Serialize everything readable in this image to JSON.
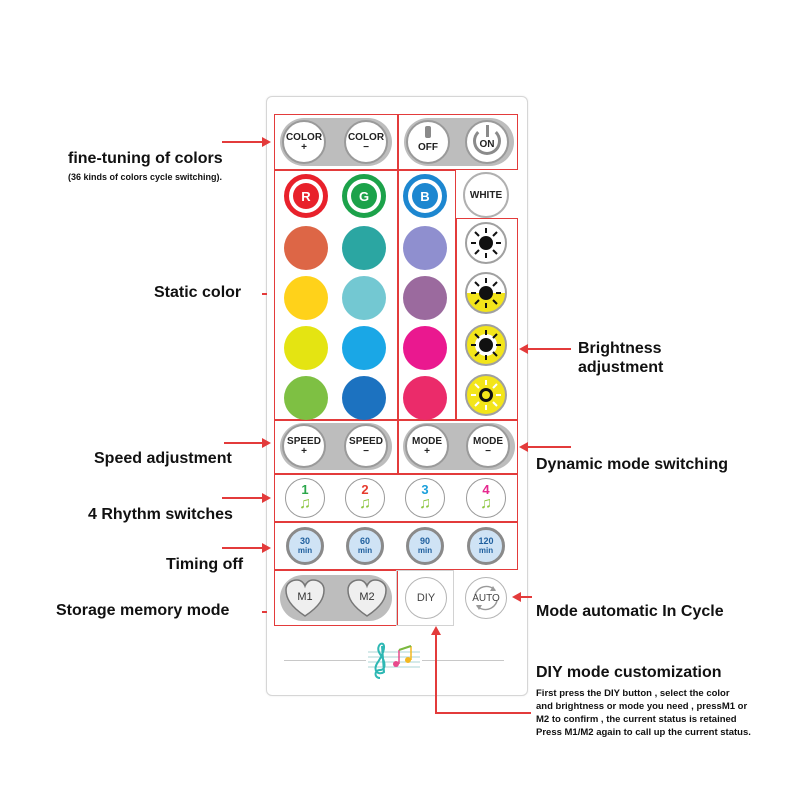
{
  "labels": {
    "fine_tuning": "fine-tuning of colors",
    "fine_tuning_sub": "(36 kinds of colors cycle switching).",
    "static_color": "Static color",
    "brightness_1": "Brightness",
    "brightness_2": "adjustment",
    "speed": "Speed adjustment",
    "dynamic": "Dynamic mode switching",
    "rhythm": "4 Rhythm switches",
    "timing": "Timing off",
    "storage": "Storage memory mode",
    "mode_auto": "Mode automatic  In  Cycle",
    "diy_title": "DIY mode customization",
    "diy_desc_1": "First press the DIY button , select  the color",
    "diy_desc_2": "and brightness or mode you need , pressM1 or",
    "diy_desc_3": "M2 to confirm , the current status is retained",
    "diy_desc_4": "Press M1/M2 again to call up the current status."
  },
  "buttons": {
    "color_plus": {
      "l1": "COLOR",
      "l2": "+"
    },
    "color_minus": {
      "l1": "COLOR",
      "l2": "−"
    },
    "off": "OFF",
    "on": "ON",
    "r": "R",
    "g": "G",
    "b": "B",
    "white": "WHITE",
    "speed_plus": {
      "l1": "SPEED",
      "l2": "+"
    },
    "speed_minus": {
      "l1": "SPEED",
      "l2": "−"
    },
    "mode_plus": {
      "l1": "MODE",
      "l2": "+"
    },
    "mode_minus": {
      "l1": "MODE",
      "l2": "−"
    },
    "rhythms": [
      "1",
      "2",
      "3",
      "4"
    ],
    "timers": [
      {
        "value": "30",
        "unit": "min"
      },
      {
        "value": "60",
        "unit": "min"
      },
      {
        "value": "90",
        "unit": "min"
      },
      {
        "value": "120",
        "unit": "min"
      }
    ],
    "m1": "M1",
    "m2": "M2",
    "diy": "DIY",
    "auto": "AUTO"
  },
  "colors": {
    "accent_red": "#e33b3b",
    "r_btn": "#e8212b",
    "g_btn": "#1ca24a",
    "b_btn": "#1d87d0",
    "swatches": [
      [
        "#dd6646",
        "#2ba6a2",
        "#8f8fcf"
      ],
      [
        "#ffd21a",
        "#73c8d2",
        "#9b6a9e"
      ],
      [
        "#e4e412",
        "#1aa7e6",
        "#ea188f"
      ],
      [
        "#7ec043",
        "#1c72c0",
        "#eb2b6a"
      ]
    ],
    "rhythm_numbers": [
      "#2aa64a",
      "#e63b2e",
      "#1ca0db",
      "#e6288f"
    ]
  }
}
